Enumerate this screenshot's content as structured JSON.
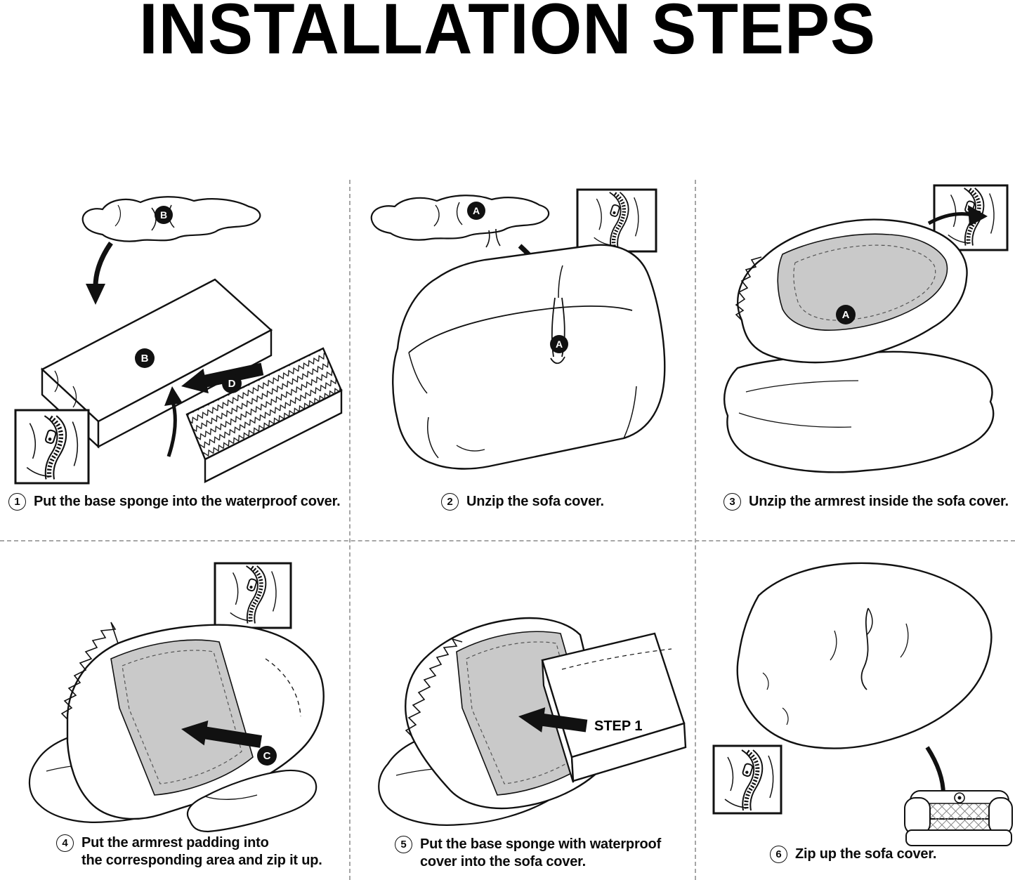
{
  "title": "INSTALLATION STEPS",
  "labels": {
    "step1_cover": "B",
    "step1_sponge": "B",
    "step1_direction": "D",
    "step2_cover": "A",
    "step2_opening": "A",
    "step3_armrest": "A",
    "step4_direction": "C",
    "step5_insert": "STEP 1"
  },
  "steps": [
    {
      "num": "1",
      "lines": [
        "Put the base sponge into the waterproof cover."
      ]
    },
    {
      "num": "2",
      "lines": [
        "Unzip the sofa cover."
      ]
    },
    {
      "num": "3",
      "lines": [
        "Unzip the armrest inside the sofa cover."
      ]
    },
    {
      "num": "4",
      "lines": [
        "Put the armrest padding into",
        "the corresponding area and zip it up."
      ]
    },
    {
      "num": "5",
      "lines": [
        "Put the base sponge with waterproof",
        "cover into the sofa cover."
      ]
    },
    {
      "num": "6",
      "lines": [
        "Zip up the sofa cover."
      ]
    }
  ],
  "colors": {
    "ink": "#111111",
    "shade": "#c9c9c9",
    "divider": "#a6a6a6"
  }
}
